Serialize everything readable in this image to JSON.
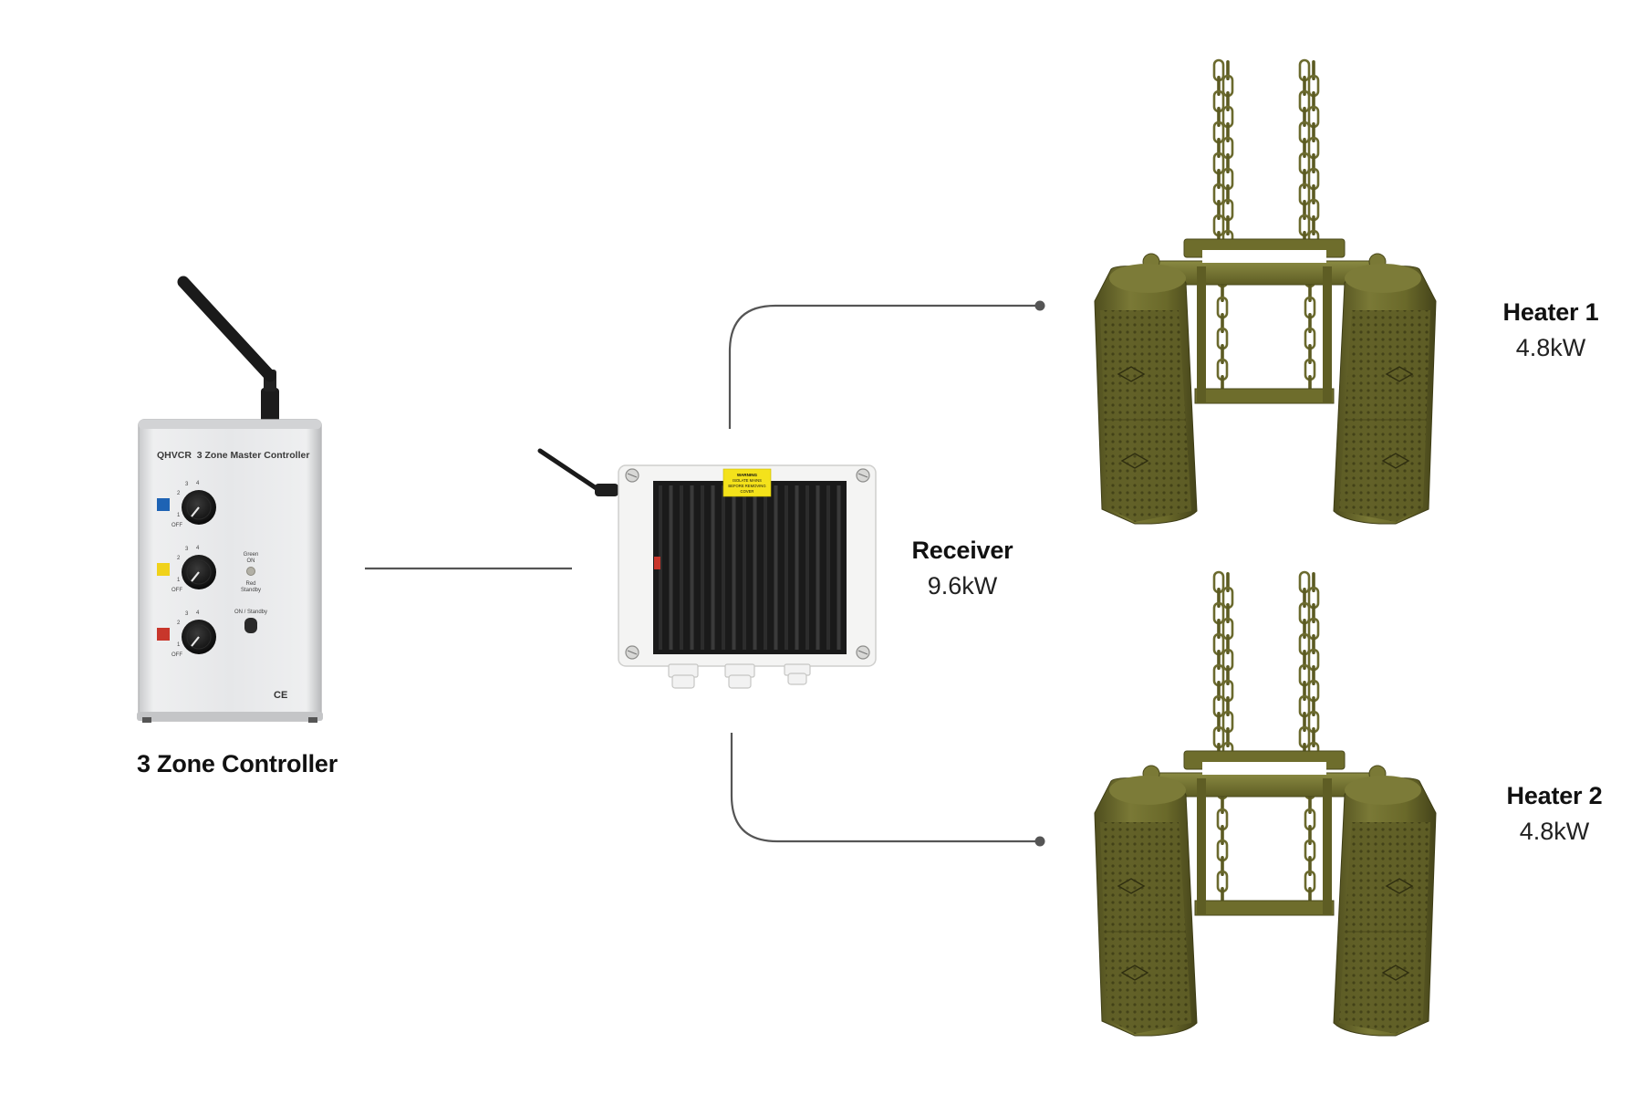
{
  "controller": {
    "caption": "3 Zone Controller",
    "panel_title": "QHVCR  3 Zone Master Controller",
    "knob_scale": [
      "1",
      "2",
      "3",
      "4"
    ],
    "knob_off": "OFF",
    "zone_colors": [
      "#1e63b4",
      "#f0d21a",
      "#c8362b"
    ],
    "status_text": [
      "Green",
      "ON",
      "Red",
      "Standby"
    ],
    "button_label": "ON / Standby",
    "mark": "CE"
  },
  "receiver": {
    "name": "Receiver",
    "power": "9.6kW",
    "warning_label": [
      "WARNING",
      "ISOLATE MAINS",
      "BEFORE REMOVING",
      "COVER"
    ]
  },
  "heaters": [
    {
      "name": "Heater 1",
      "power": "4.8kW"
    },
    {
      "name": "Heater 2",
      "power": "4.8kW"
    }
  ],
  "colors": {
    "heater_olive": "#6e6d2c",
    "heater_dark": "#4f4e1e",
    "heater_light": "#8a8a42",
    "connector_line": "#555555",
    "heatsink": "#1a1a1a",
    "warning_yellow": "#f4e21b"
  }
}
